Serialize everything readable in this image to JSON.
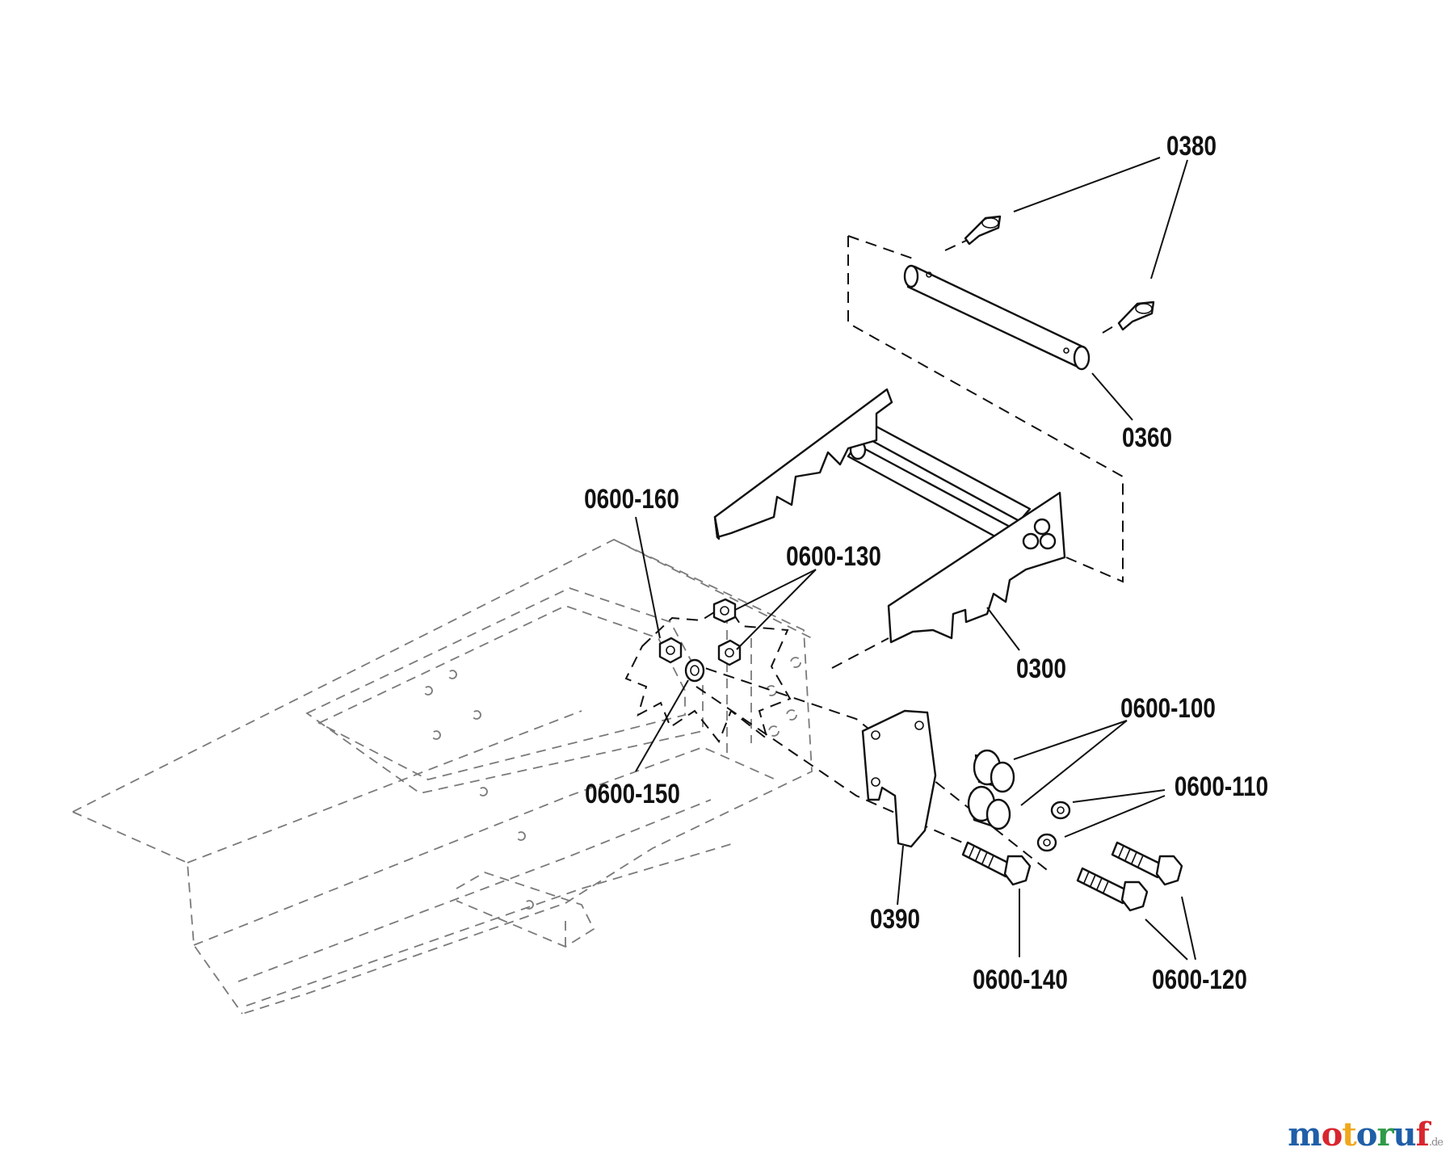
{
  "diagram": {
    "parts": [
      {
        "id": "0380"
      },
      {
        "id": "0360"
      },
      {
        "id": "0300"
      },
      {
        "id": "0390"
      },
      {
        "id": "0600-160"
      },
      {
        "id": "0600-130"
      },
      {
        "id": "0600-150"
      },
      {
        "id": "0600-100"
      },
      {
        "id": "0600-110"
      },
      {
        "id": "0600-140"
      },
      {
        "id": "0600-120"
      }
    ]
  },
  "watermark": {
    "text": "motoruf",
    "suffix": ".de",
    "letter_colors": [
      "#1f5fa8",
      "#d8262e",
      "#f0a81c",
      "#1f5fa8",
      "#2e9a47",
      "#1f5fa8",
      "#d8262e"
    ]
  }
}
